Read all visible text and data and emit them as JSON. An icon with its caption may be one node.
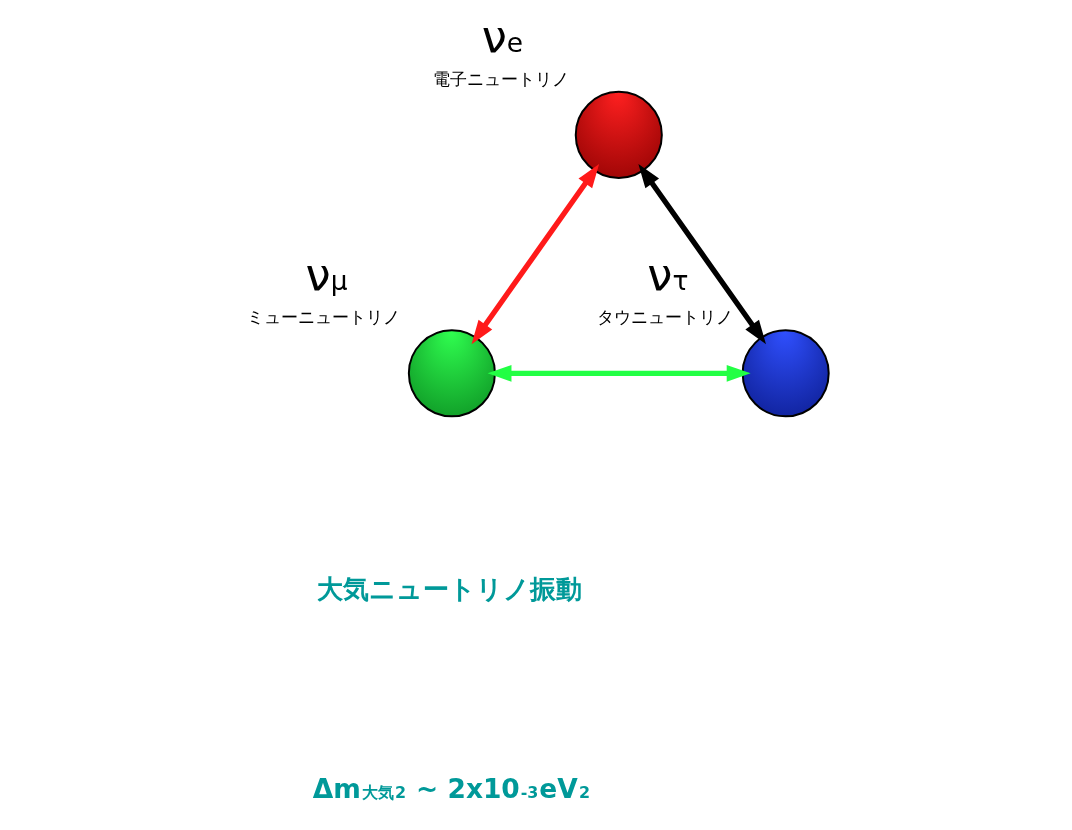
{
  "diagram": {
    "nodes": [
      {
        "text": [],
        "shape": "circle",
        "beside": [
          "ν$_{e}$",
          "電子ニュートリノ"
        ]
      },
      {
        "text": [],
        "shape": "circle",
        "beside": [
          "ν$_{μ}$",
          "ミューニュートリノ"
        ]
      },
      {
        "text": [],
        "shape": "circle",
        "beside": [
          "ν$_{τ}$",
          "タウニュートリノ"
        ]
      }
    ],
    "edges": [
      {
        "from": 0,
        "to": 1,
        "arrow": "both",
        "color": "#ff1a1a"
      },
      {
        "from": 0,
        "to": 2,
        "arrow": "both",
        "color": "#000000"
      },
      {
        "from": 1,
        "to": 2,
        "arrow": "both",
        "color": "#22ff44"
      }
    ],
    "labels": [
      "大気ニュートリノ振動",
      "Δm$_{大気}$$^{2}$ ~ 2x10$^{-3}$eV$^{2}$"
    ]
  }
}
